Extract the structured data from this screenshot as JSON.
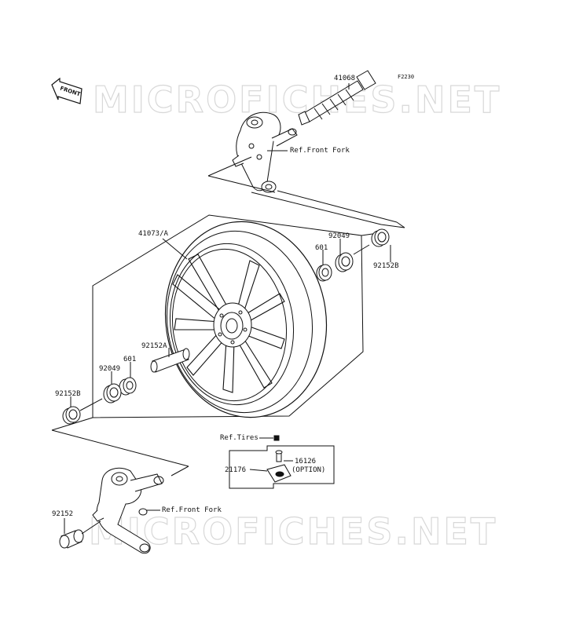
{
  "diagram": {
    "code": "F2230",
    "front_badge": "FRONT",
    "watermark": "MICROFICHES.NET",
    "parts": {
      "p41068": "41068",
      "p41073A": "41073/A",
      "p92049_upper": "92049",
      "p601_upper": "601",
      "p92152B_upper": "92152B",
      "p92152A": "92152A",
      "p601_lower": "601",
      "p92049_lower": "92049",
      "p92152B_lower": "92152B",
      "p21176": "21176",
      "p16126": "16126",
      "p92152": "92152"
    },
    "refs": {
      "front_fork_upper": "Ref.Front Fork",
      "tires": "Ref.Tires",
      "option": "(OPTION)",
      "front_fork_lower": "Ref.Front Fork"
    }
  }
}
